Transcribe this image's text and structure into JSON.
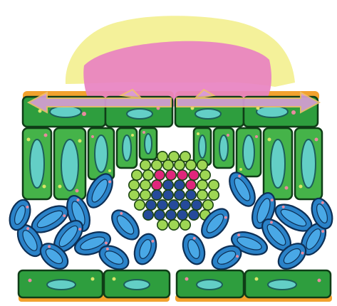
{
  "diagram": {
    "colors": {
      "background": "#ffffff",
      "cell_fill": "#2e9e3e",
      "cell_fill_light": "#45b349",
      "cell_stroke": "#0f3d17",
      "nucleus": "#63cfc6",
      "nucleus_stroke": "#1c5f5a",
      "cuticle": "#f2a22e",
      "spot_pink": "#e98aa0",
      "spot_yellow": "#d9e56a",
      "mesophyll": "#2a82c8",
      "mesophyll_light": "#49a8e6",
      "mesophyll_stroke": "#0d2f55",
      "stomatal_magenta": "#e0267c",
      "stomatal_navy": "#254a9a",
      "stomatal_lime": "#9ed654",
      "stomatal_stroke": "#1b4412",
      "secretion_outer": "#f3ef8f",
      "secretion_inner": "#e882c1",
      "flow_arrow": "#d99ed8",
      "flow_arrow_edge": "#f0c070"
    },
    "icons": [
      "secretion-droplet",
      "flow-arrow",
      "epidermal-cell",
      "columnar-cell",
      "stomatal-cluster",
      "mesophyll-cell"
    ]
  }
}
